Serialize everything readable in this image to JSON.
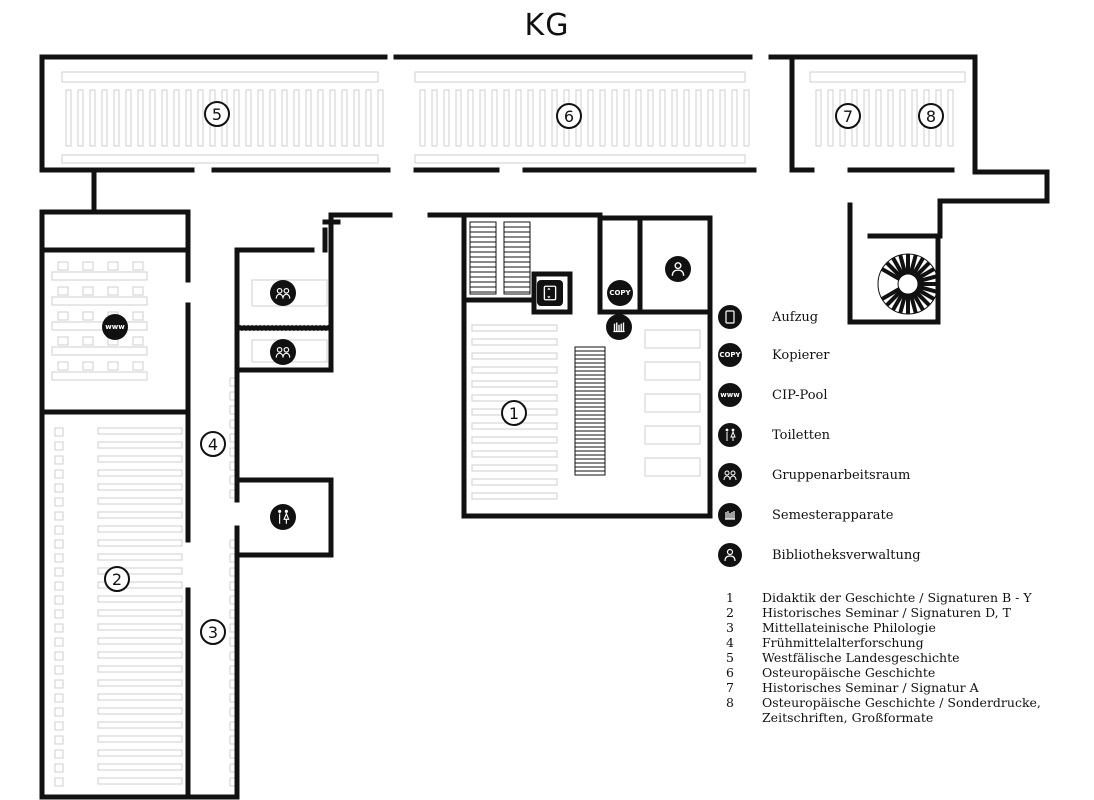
{
  "title": "KG",
  "room_numbers": [
    "1",
    "2",
    "3",
    "4",
    "5",
    "6",
    "7",
    "8"
  ],
  "legend": [
    {
      "icon": "elevator-icon",
      "label": "Aufzug"
    },
    {
      "icon": "copy-icon",
      "label": "Kopierer",
      "icon_text": "COPY"
    },
    {
      "icon": "computer-icon",
      "label": "CIP-Pool",
      "icon_text": "www"
    },
    {
      "icon": "toilet-icon",
      "label": "Toiletten"
    },
    {
      "icon": "group-room-icon",
      "label": "Gruppenarbeitsraum"
    },
    {
      "icon": "semester-shelf-icon",
      "label": "Semesterapparate"
    },
    {
      "icon": "administration-icon",
      "label": "Bibliotheksverwaltung"
    }
  ],
  "rooms_list": [
    {
      "num": "1",
      "text": "Didaktik der Geschichte / Signaturen B - Y"
    },
    {
      "num": "2",
      "text": "Historisches Seminar / Signaturen D, T"
    },
    {
      "num": "3",
      "text": "Mittellateinische Philologie"
    },
    {
      "num": "4",
      "text": "Frühmittelalterforschung"
    },
    {
      "num": "5",
      "text": "Westfälische Landesgeschichte"
    },
    {
      "num": "6",
      "text": "Osteuropäische Geschichte"
    },
    {
      "num": "7",
      "text": "Historisches Seminar / Signatur A"
    },
    {
      "num": "8",
      "text": "Osteuropäische Geschichte / Sonderdrucke,"
    },
    {
      "num": "",
      "text": "Zeitschriften, Großformate"
    }
  ],
  "map_icons": {
    "copy_text": "COPY",
    "www_text": "www"
  }
}
